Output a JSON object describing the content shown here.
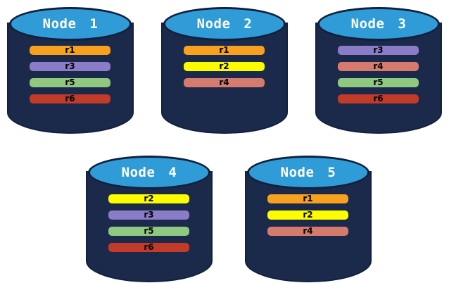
{
  "nodes": [
    {
      "title": "Node 1",
      "replicas": [
        "r1",
        "r3",
        "r5",
        "r6"
      ]
    },
    {
      "title": "Node 2",
      "replicas": [
        "r1",
        "r2",
        "r4"
      ]
    },
    {
      "title": "Node 3",
      "replicas": [
        "r3",
        "r4",
        "r5",
        "r6"
      ]
    },
    {
      "title": "Node 4",
      "replicas": [
        "r2",
        "r3",
        "r5",
        "r6"
      ]
    },
    {
      "title": "Node 5",
      "replicas": [
        "r1",
        "r2",
        "r4"
      ]
    }
  ],
  "colors": {
    "canvas_background": "#FFFFFF",
    "cylinder_body": "#1B2A4B",
    "cylinder_outline": "#12203E",
    "cylinder_top": "#2F9CD8",
    "title_text": "#FFFFFF",
    "replica_label_text": "#000000",
    "replicas": {
      "r1": "#F7A11E",
      "r2": "#FDFB00",
      "r3": "#8A7CC6",
      "r4": "#D57B6D",
      "r5": "#8FC87E",
      "r6": "#C23A28"
    }
  }
}
